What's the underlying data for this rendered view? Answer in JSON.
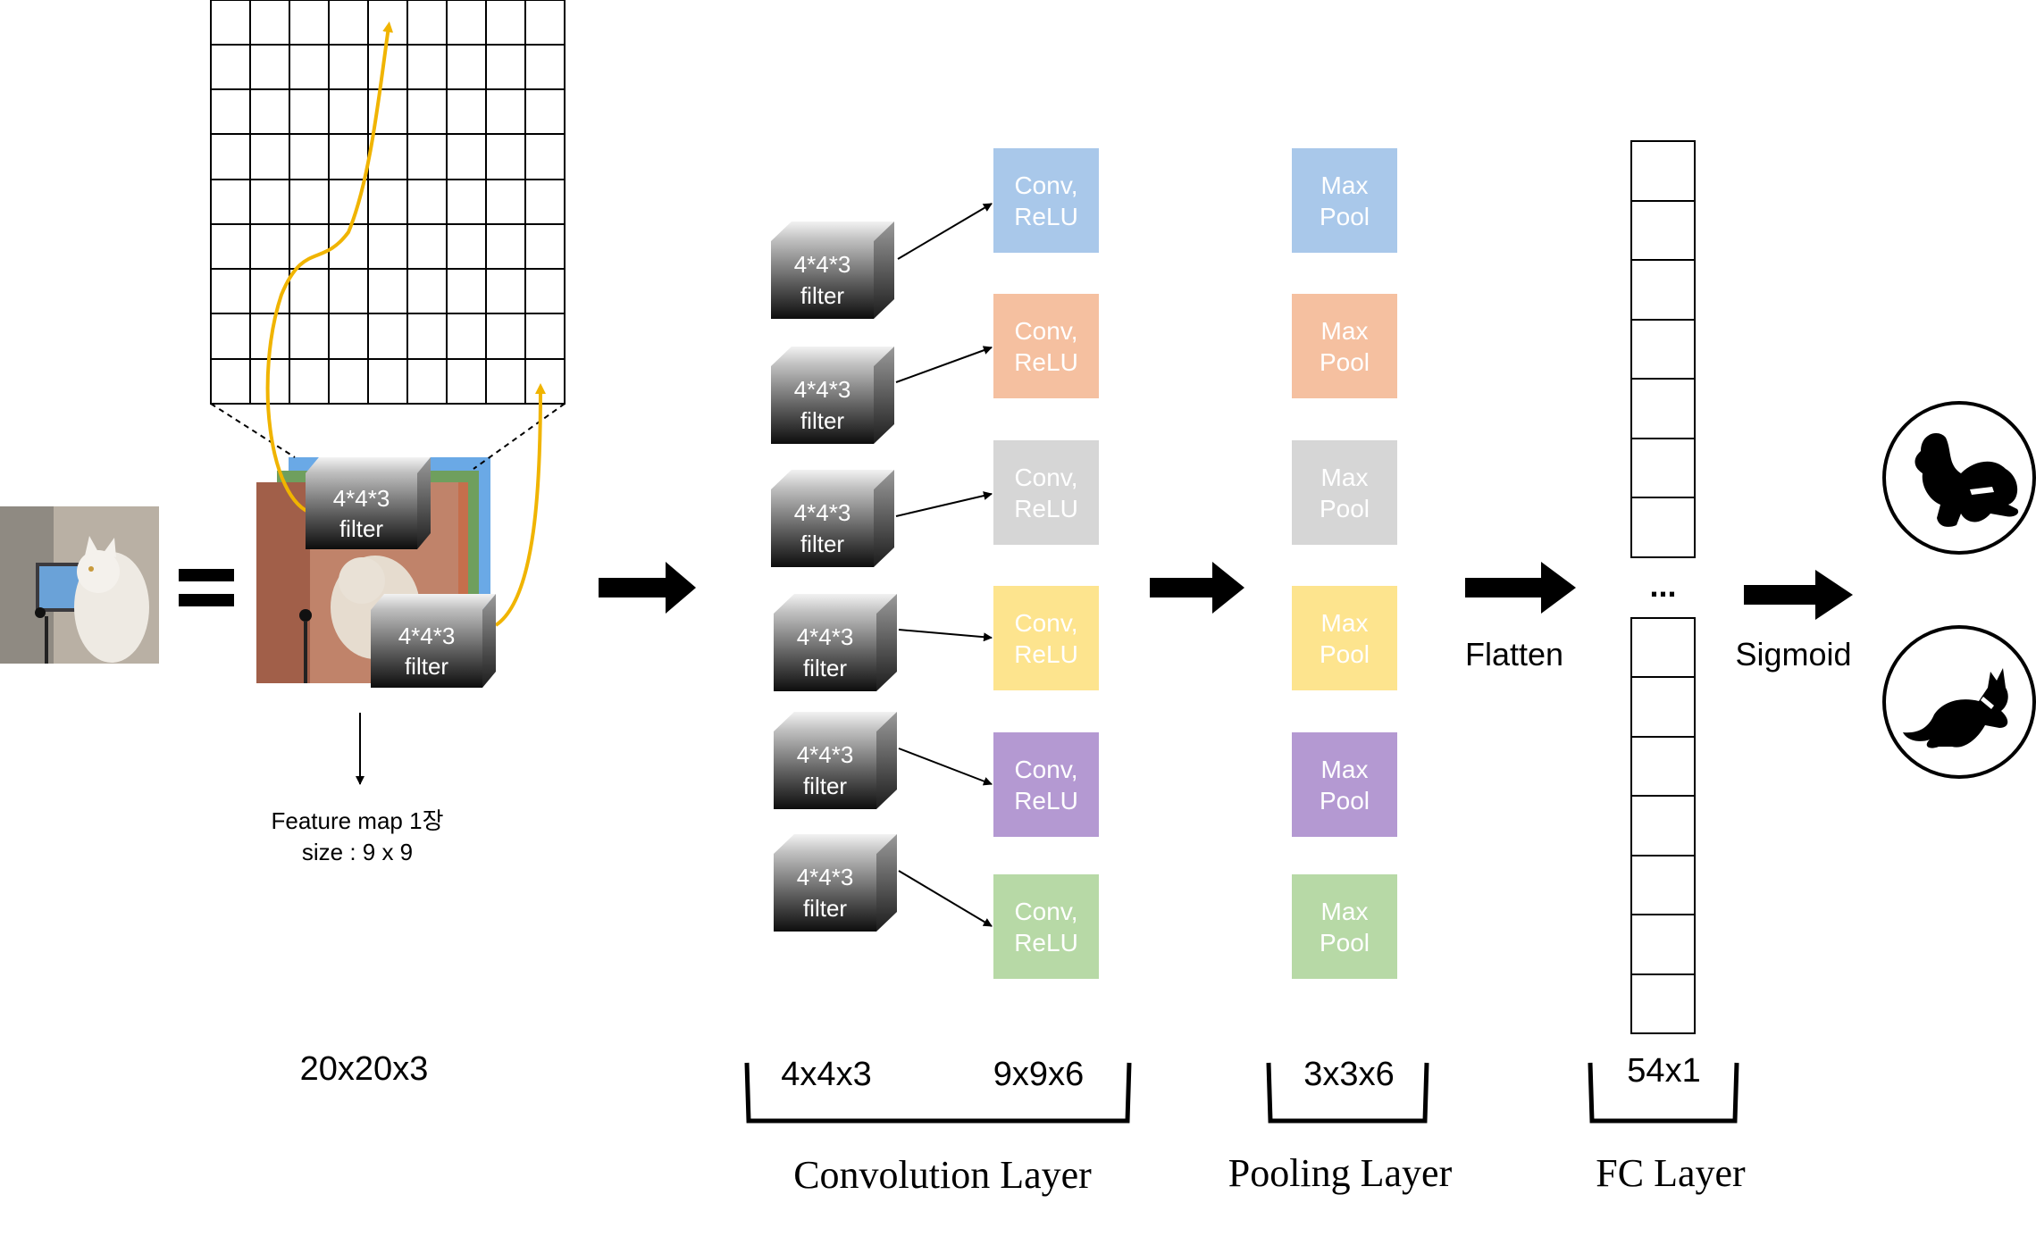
{
  "input": {
    "size_label": "20x20x3",
    "filter_label_line1": "4*4*3",
    "filter_label_line2": "filter",
    "feature_map_line1": "Feature map 1장",
    "feature_map_line2": "size : 9 x 9"
  },
  "filters": [
    {
      "line1": "4*4*3",
      "line2": "filter"
    },
    {
      "line1": "4*4*3",
      "line2": "filter"
    },
    {
      "line1": "4*4*3",
      "line2": "filter"
    },
    {
      "line1": "4*4*3",
      "line2": "filter"
    },
    {
      "line1": "4*4*3",
      "line2": "filter"
    },
    {
      "line1": "4*4*3",
      "line2": "filter"
    }
  ],
  "conv_boxes": [
    {
      "line1": "Conv,",
      "line2": "ReLU",
      "color": "#a9c8ea"
    },
    {
      "line1": "Conv,",
      "line2": "ReLU",
      "color": "#f5c0a0"
    },
    {
      "line1": "Conv,",
      "line2": "ReLU",
      "color": "#d6d6d6"
    },
    {
      "line1": "Conv,",
      "line2": "ReLU",
      "color": "#fde48e"
    },
    {
      "line1": "Conv,",
      "line2": "ReLU",
      "color": "#b499d2"
    },
    {
      "line1": "Conv,",
      "line2": "ReLU",
      "color": "#b7d9a6"
    }
  ],
  "pool_boxes": [
    {
      "line1": "Max",
      "line2": "Pool",
      "color": "#a9c8ea"
    },
    {
      "line1": "Max",
      "line2": "Pool",
      "color": "#f5c0a0"
    },
    {
      "line1": "Max",
      "line2": "Pool",
      "color": "#d6d6d6"
    },
    {
      "line1": "Max",
      "line2": "Pool",
      "color": "#fde48e"
    },
    {
      "line1": "Max",
      "line2": "Pool",
      "color": "#b499d2"
    },
    {
      "line1": "Max",
      "line2": "Pool",
      "color": "#b7d9a6"
    }
  ],
  "conv_layer": {
    "dim1": "4x4x3",
    "dim2": "9x9x6",
    "title": "Convolution Layer"
  },
  "pool_layer": {
    "dim": "3x3x6",
    "title": "Pooling Layer"
  },
  "fc_layer": {
    "dim": "54x1",
    "title": "FC Layer",
    "ellipsis": "..."
  },
  "ops": {
    "flatten": "Flatten",
    "sigmoid": "Sigmoid"
  },
  "outputs": [
    {
      "icon": "dog-icon"
    },
    {
      "icon": "cat-icon"
    }
  ],
  "colors": {
    "arrow_curve": "#f0b400",
    "grid_line": "#000000"
  }
}
